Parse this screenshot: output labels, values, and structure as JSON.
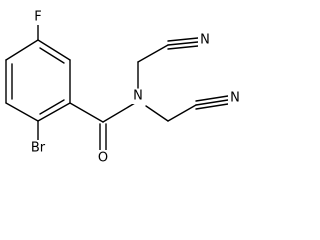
{
  "structure": {
    "atoms": {
      "F": "F",
      "Br": "Br",
      "N_amide": "N",
      "O": "O",
      "N_nitrile_top": "N",
      "N_nitrile_bottom": "N"
    },
    "colors": {
      "ink": "#000000",
      "background": "#ffffff"
    }
  }
}
